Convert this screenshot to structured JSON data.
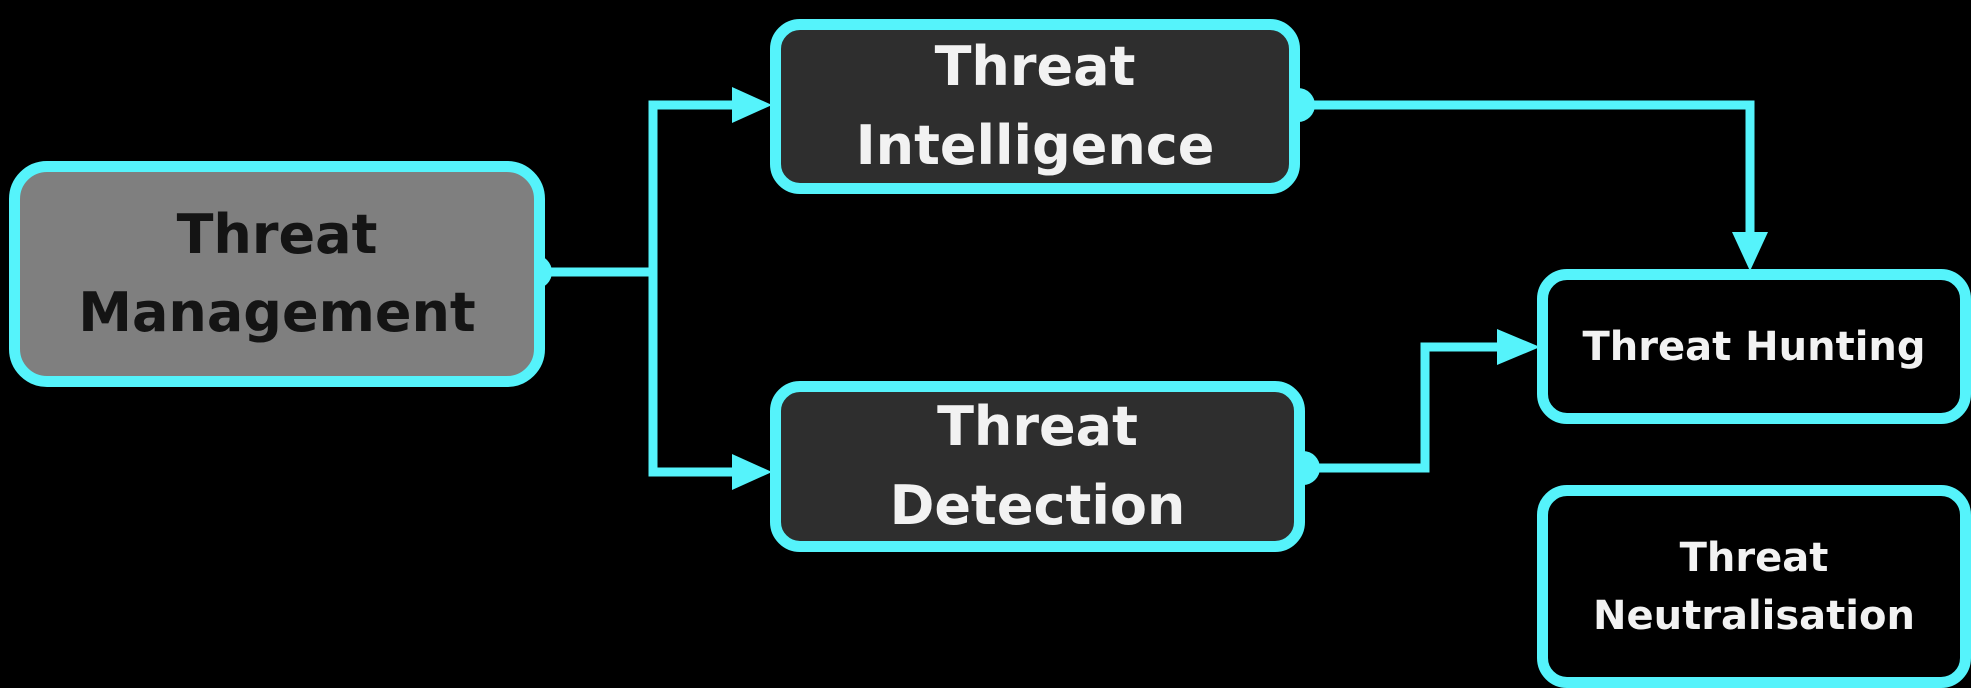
{
  "colors": {
    "background": "#000000",
    "accent": "#55F3FB",
    "root_fill": "#7F7F7F",
    "node_fill": "#2E2E2E",
    "leaf_fill": "#000000",
    "root_text": "#141414",
    "node_text": "#F2F2F2"
  },
  "nodes": {
    "management": {
      "label": "Threat\nManagement"
    },
    "intelligence": {
      "label": "Threat\nIntelligence"
    },
    "detection": {
      "label": "Threat\nDetection"
    },
    "hunting": {
      "label": "Threat Hunting"
    },
    "neutralisation": {
      "label": "Threat\nNeutralisation"
    }
  },
  "edges": [
    {
      "from": "management",
      "to": "intelligence"
    },
    {
      "from": "management",
      "to": "detection"
    },
    {
      "from": "intelligence",
      "to": "hunting"
    },
    {
      "from": "detection",
      "to": "hunting"
    }
  ]
}
